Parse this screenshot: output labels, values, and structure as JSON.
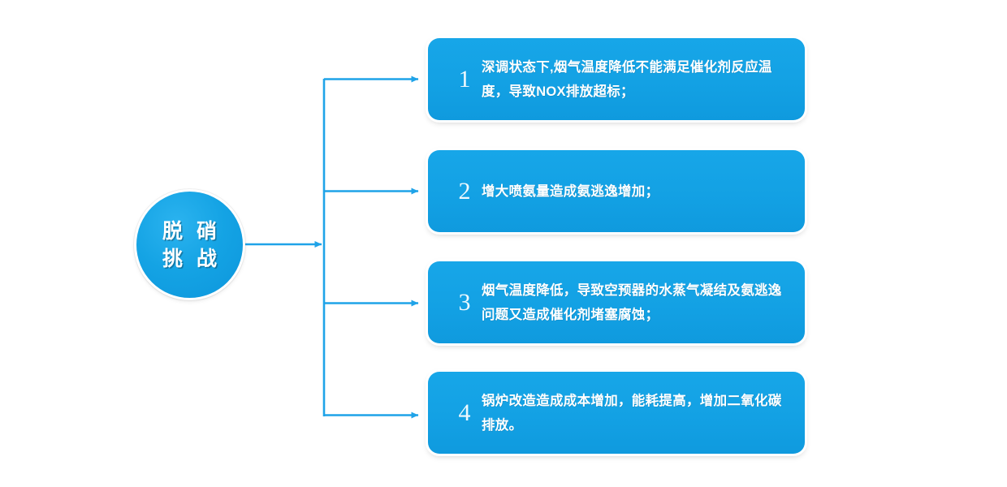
{
  "diagram": {
    "title": "脱硝挑战",
    "hub": {
      "line1": "脱 硝",
      "line2": "挑 战"
    },
    "accent_color": "#14A3E4",
    "line_color": "#1FA3E8",
    "box_color": "#13A1E4",
    "text_color": "#FFFFFF",
    "background_color": "#FFFFFF",
    "items": [
      {
        "number": "1",
        "text": "深调状态下,烟气温度降低不能满足催化剂反应温度，导致NOX排放超标；"
      },
      {
        "number": "2",
        "text": "增大喷氨量造成氨逃逸增加；"
      },
      {
        "number": "3",
        "text": "烟气温度降低，导致空预器的水蒸气凝结及氨逃逸问题又造成催化剂堵塞腐蚀；"
      },
      {
        "number": "4",
        "text": "锅炉改造造成成本增加，能耗提高，增加二氧化碳排放。"
      }
    ]
  }
}
